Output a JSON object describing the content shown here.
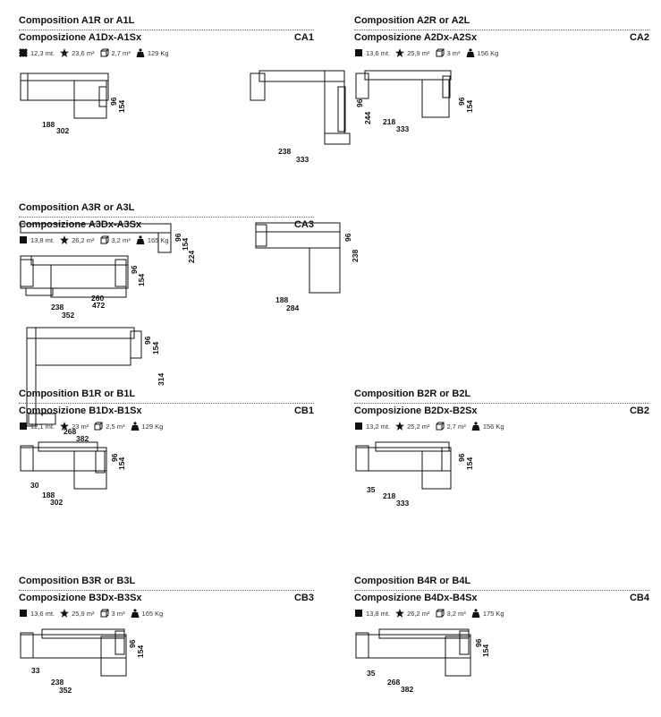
{
  "icons": {
    "length": "length-icon",
    "area": "fabric-area-icon",
    "volume": "volume-icon",
    "weight": "weight-icon"
  },
  "blocks": [
    {
      "id": "ca1",
      "title_en": "Composition A1R or A1L",
      "title_it": "Composizione A1Dx-A1Sx",
      "code": "CA1",
      "specs": {
        "length": "12,3 mt.",
        "area": "23,6 m²",
        "volume": "2,7 m³",
        "weight": "129 Kg"
      },
      "dims": {
        "h1": "188",
        "h2": "302",
        "v1": "96",
        "v2": "154"
      }
    },
    {
      "id": "ca2",
      "title_en": "Composition A2R or A2L",
      "title_it": "Composizione A2Dx-A2Sx",
      "code": "CA2",
      "specs": {
        "length": "13,6 mt.",
        "area": "25,9 m²",
        "volume": "3 m³",
        "weight": "156 Kg"
      },
      "dims": {
        "h1": "238",
        "h2": "333",
        "h3": "218",
        "h4": "333",
        "v1": "96",
        "v2": "244",
        "v3": "96",
        "v4": "154"
      }
    },
    {
      "id": "ca3",
      "title_en": "Composition A3R or A3L",
      "title_it": "Composizione A3Dx-A3Sx",
      "code": "CA3",
      "specs": {
        "length": "13,8 mt.",
        "area": "26,2 m²",
        "volume": "3,2 m³",
        "weight": "165 Kg"
      },
      "dims": {
        "h1": "238",
        "h2": "352",
        "h3": "260",
        "h4": "472",
        "h5": "188",
        "h6": "284",
        "v1": "96",
        "v2": "154",
        "v3": "96",
        "v4": "154",
        "v5": "224",
        "v6": "96",
        "v7": "238",
        "v8": "96",
        "v9": "154",
        "v10": "314"
      }
    },
    {
      "id": "cb1",
      "title_en": "Composition B1R or B1L",
      "title_it": "Composizione B1Dx-B1Sx",
      "code": "CB1",
      "specs": {
        "length": "12,1 mt.",
        "area": "23 m²",
        "volume": "2,5 m³",
        "weight": "129 Kg"
      },
      "dims": {
        "h0": "268",
        "h00": "382",
        "h1": "30",
        "h2": "188",
        "h3": "302",
        "v1": "96",
        "v2": "154"
      }
    },
    {
      "id": "cb2",
      "title_en": "Composition B2R or B2L",
      "title_it": "Composizione B2Dx-B2Sx",
      "code": "CB2",
      "specs": {
        "length": "13,2 mt.",
        "area": "25,2 m²",
        "volume": "2,7 m³",
        "weight": "156 Kg"
      },
      "dims": {
        "h1": "35",
        "h2": "218",
        "h3": "333",
        "v1": "96",
        "v2": "154"
      }
    },
    {
      "id": "cb3",
      "title_en": "Composition B3R or B3L",
      "title_it": "Composizione B3Dx-B3Sx",
      "code": "CB3",
      "specs": {
        "length": "13,6 mt.",
        "area": "25,9 m²",
        "volume": "3 m³",
        "weight": "165 Kg"
      },
      "dims": {
        "h1": "33",
        "h2": "238",
        "h3": "352",
        "v1": "96",
        "v2": "154"
      }
    },
    {
      "id": "cb4",
      "title_en": "Composition B4R or B4L",
      "title_it": "Composizione B4Dx-B4Sx",
      "code": "CB4",
      "specs": {
        "length": "13,8 mt.",
        "area": "26,2 m²",
        "volume": "3,2 m³",
        "weight": "175 Kg"
      },
      "dims": {
        "h1": "35",
        "h2": "268",
        "h3": "382",
        "v1": "96",
        "v2": "154"
      }
    }
  ]
}
